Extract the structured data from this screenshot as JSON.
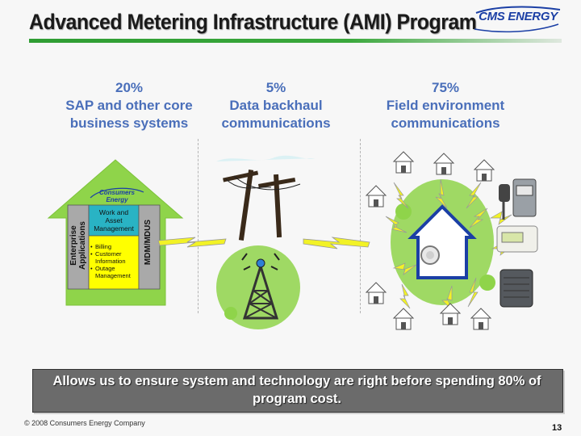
{
  "title": "Advanced Metering Infrastructure (AMI) Program",
  "logo": {
    "text": "CMS ENERGY"
  },
  "columns": [
    {
      "percent": "20%",
      "description": "SAP and other core\nbusiness systems"
    },
    {
      "percent": "5%",
      "description": "Data backhaul\ncommunications"
    },
    {
      "percent": "75%",
      "description": "Field environment\ncommunications"
    }
  ],
  "house_diagram": {
    "brand": "Consumers Energy",
    "enterprise_label": "Enterprise\nApplications",
    "mdm_label": "MDM/MDUS",
    "work_asset_label": "Work and\nAsset\nManagement",
    "bullets": [
      "Billing",
      "Customer Information",
      "Outage Management"
    ]
  },
  "callout": "Allows us to ensure system and technology are right before spending 80% of\nprogram cost.",
  "footer": {
    "copyright": "© 2008 Consumers Energy Company",
    "page_number": "13"
  },
  "colors": {
    "accent_green": "#2f9d33",
    "heading_blue": "#4a6fba",
    "lime": "#8fd44a",
    "callout_gray": "#6b6b6b"
  }
}
